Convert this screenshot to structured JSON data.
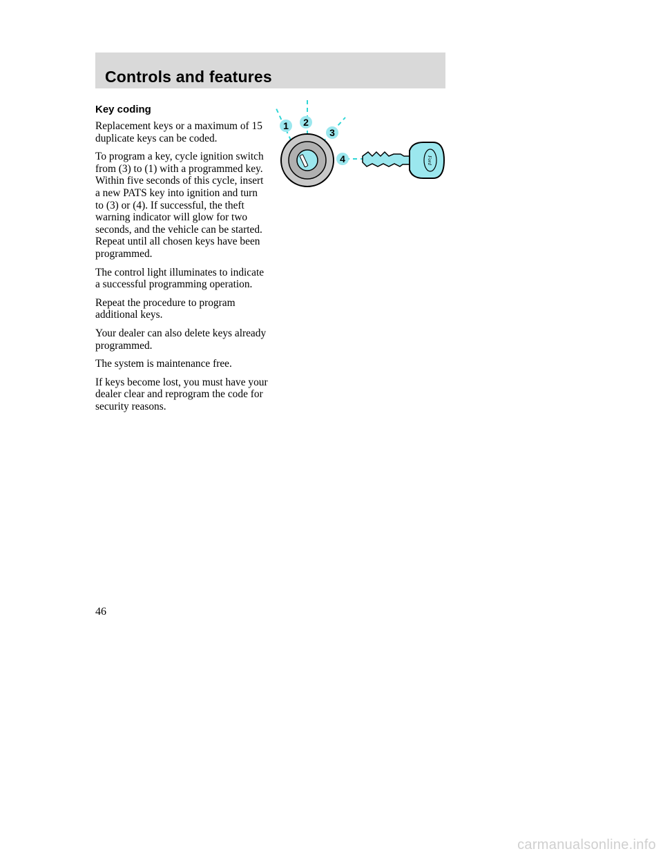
{
  "header": {
    "title": "Controls and features"
  },
  "section": {
    "heading": "Key coding",
    "paragraphs": [
      "Replacement keys or a maximum of 15 duplicate keys can be coded.",
      "To program a key, cycle ignition switch from (3) to (1) with a programmed key. Within five seconds of this cycle, insert a new PATS key into ignition and turn to (3) or (4). If successful, the theft warning indicator will glow for two seconds, and the vehicle can be started. Repeat until all chosen keys have been programmed.",
      "The control light illuminates to indicate a successful programming operation.",
      "Repeat the procedure to program additional keys.",
      "Your dealer can also delete keys already programmed.",
      "The system is maintenance free.",
      "If keys become lost, you must have your dealer clear and reprogram the code for security reasons."
    ]
  },
  "figure": {
    "position_labels": [
      "1",
      "2",
      "3",
      "4"
    ],
    "key_logo": "Ford",
    "guide_color": "#2fd6d6",
    "cylinder_color": "#9be7ee"
  },
  "footer": {
    "page_number": "46"
  },
  "watermark": "carmanualsonline.info"
}
